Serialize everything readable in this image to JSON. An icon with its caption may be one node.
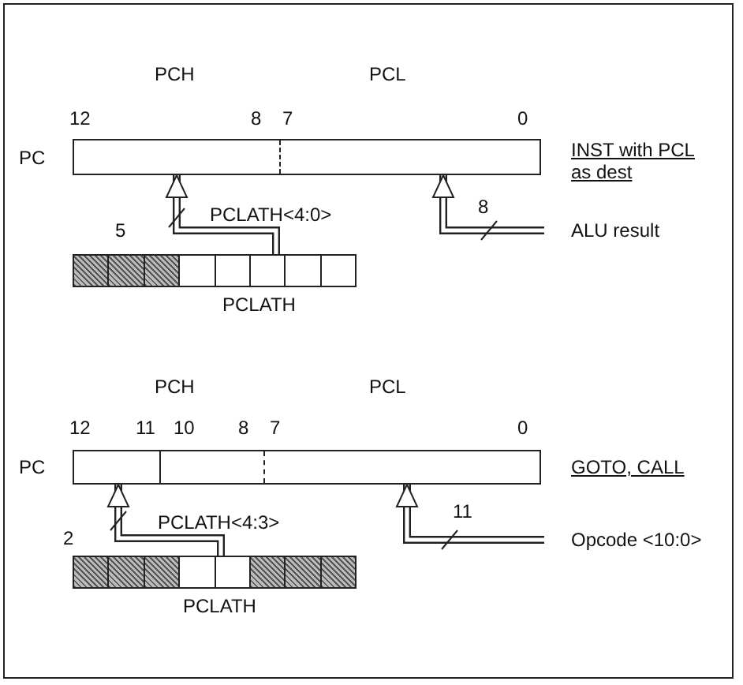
{
  "diagram": {
    "nodes": [
      {
        "text": [
          "PC"
        ]
      },
      {
        "text": [
          "PCLATH"
        ]
      },
      {
        "text": [
          "ALU result"
        ]
      },
      {
        "text": [
          "PC"
        ]
      },
      {
        "text": [
          "PCLATH"
        ]
      },
      {
        "text": [
          "Opcode <10:0>"
        ]
      }
    ],
    "edges": [
      {
        "from": 1,
        "to": 0,
        "arrow": "to",
        "label": "PCLATH<4:0>"
      },
      {
        "from": 2,
        "to": 0,
        "arrow": "to",
        "label": "8"
      },
      {
        "from": 4,
        "to": 3,
        "arrow": "to",
        "label": "PCLATH<4:3>"
      },
      {
        "from": 5,
        "to": 3,
        "arrow": "to",
        "label": "11"
      }
    ],
    "labels": [
      "PCH",
      "PCL",
      "12",
      "8",
      "7",
      "0",
      "INST with PCL as dest",
      "5",
      "PCH",
      "PCL",
      "12",
      "11",
      "10",
      "8",
      "7",
      "0",
      "GOTO, CALL",
      "2"
    ]
  }
}
